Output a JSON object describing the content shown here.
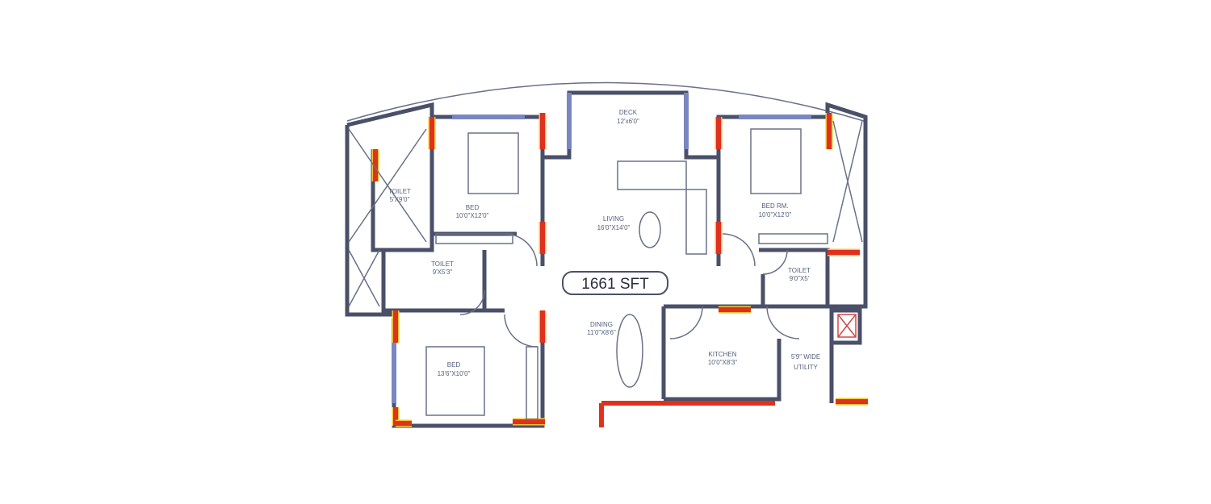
{
  "plan": {
    "total_area": "1661 SFT",
    "rooms": [
      {
        "name": "DECK",
        "size": "12'x6'0\""
      },
      {
        "name": "TOILET",
        "size": "5'X9'0\""
      },
      {
        "name": "BED",
        "size": "10'0\"X12'0\""
      },
      {
        "name": "LIVING",
        "size": "16'0\"X14'0\""
      },
      {
        "name": "BED RM.",
        "size": "10'0\"X12'0\""
      },
      {
        "name": "TOILET",
        "size": "9'X5'3\""
      },
      {
        "name": "TOILET",
        "size": "9'0\"X5'"
      },
      {
        "name": "DINING",
        "size": "11'0\"X8'6\""
      },
      {
        "name": "KITCHEN",
        "size": "10'0\"X8'3\""
      },
      {
        "name": "5'9\" WIDE",
        "size": "UTILITY"
      },
      {
        "name": "BED",
        "size": "13'6\"X10'0\""
      }
    ]
  },
  "colors": {
    "wall": "#4a5068",
    "window": "#7a86c0",
    "highlight_red": "#e0301e",
    "highlight_yellow": "#f4c430"
  }
}
